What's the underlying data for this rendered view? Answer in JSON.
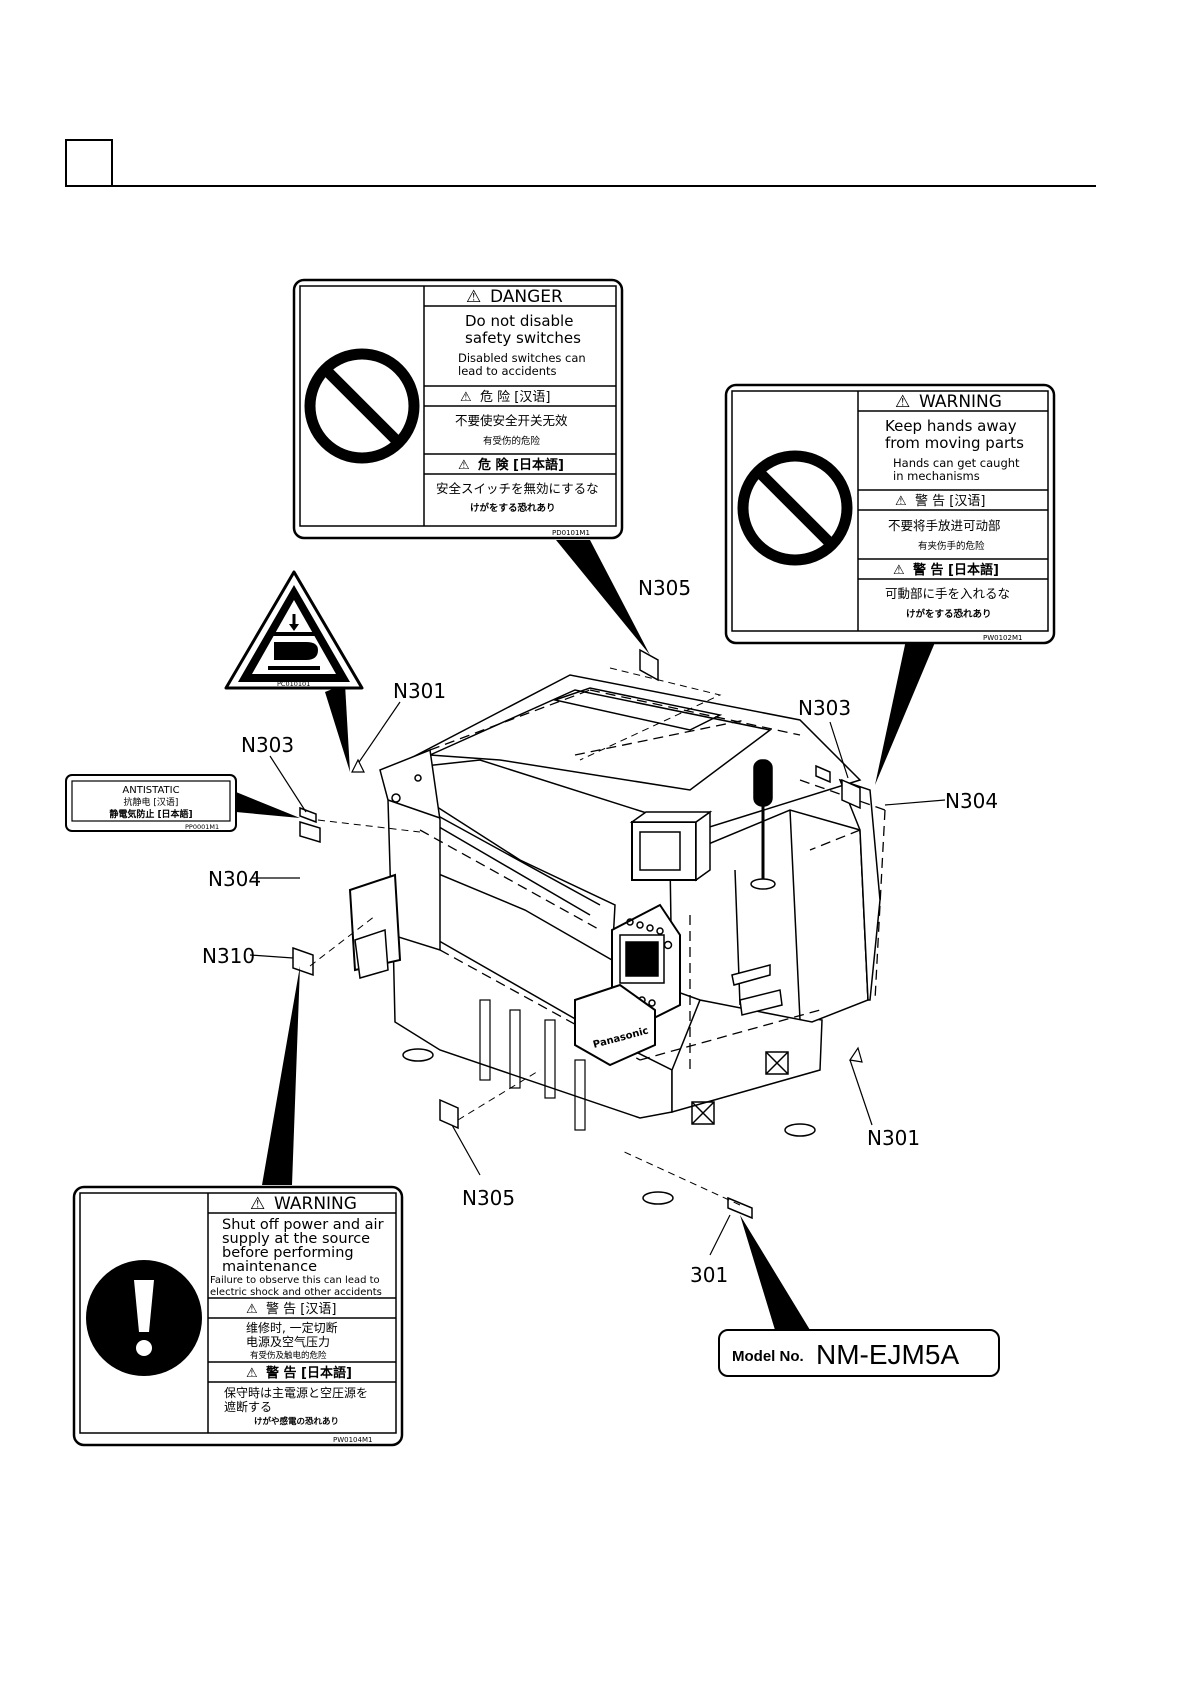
{
  "labels": {
    "danger_label": {
      "head_en": "DANGER",
      "main_en_1": "Do not disable",
      "main_en_2": "safety switches",
      "sub_en_1": "Disabled switches can",
      "sub_en_2": "lead to accidents",
      "head_cn": "危 险 [汉语]",
      "main_cn": "不要使安全开关无效",
      "sub_cn": "有受伤的危险",
      "head_jp": "危 険 [日本語]",
      "main_jp": "安全スイッチを無効にするな",
      "sub_jp": "けがをする恐れあり",
      "code": "PD0101M1"
    },
    "warning_moving": {
      "head_en": "WARNING",
      "main_en_1": "Keep hands away",
      "main_en_2": "from moving parts",
      "sub_en_1": "Hands can get caught",
      "sub_en_2": "in mechanisms",
      "head_cn": "警 告 [汉语]",
      "main_cn": "不要将手放进可动部",
      "sub_cn": "有夹伤手的危险",
      "head_jp": "警 告 [日本語]",
      "main_jp": "可動部に手を入れるな",
      "sub_jp": "けがをする恐れあり",
      "code": "PW0102M1"
    },
    "warning_power": {
      "head_en": "WARNING",
      "main_en_1": "Shut off power and air",
      "main_en_2": "supply at the source",
      "main_en_3": "before performing",
      "main_en_4": "maintenance",
      "sub_en_1": "Failure to observe this can lead to",
      "sub_en_2": "electric shock and other accidents",
      "head_cn": "警 告 [汉语]",
      "main_cn_1": "维修时, 一定切断",
      "main_cn_2": "电源及空气压力",
      "sub_cn": "有受伤及触电的危险",
      "head_jp": "警 告 [日本語]",
      "main_jp_1": "保守時は主電源と空圧源を",
      "main_jp_2": "遮断する",
      "sub_jp": "けがや感電の恐れあり",
      "code": "PW0104M1"
    },
    "hand_crush": {
      "code": "PC010101"
    },
    "antistatic": {
      "line1": "ANTISTATIC",
      "line2": "抗静电 [汉语]",
      "line3": "静電気防止 [日本語]",
      "code": "PP0001M1"
    },
    "model": {
      "prefix": "Model No.",
      "value": "NM-EJM5A"
    }
  },
  "callouts": {
    "n305_top": "N305",
    "n301_left": "N301",
    "n303_left": "N303",
    "n303_right": "N303",
    "n304_right": "N304",
    "n304_left": "N304",
    "n310": "N310",
    "n301_right": "N301",
    "n305_bottom": "N305",
    "c301": "301"
  },
  "machine": {
    "brand": "Panasonic"
  },
  "colors": {
    "ink": "#000000",
    "paper": "#ffffff"
  }
}
